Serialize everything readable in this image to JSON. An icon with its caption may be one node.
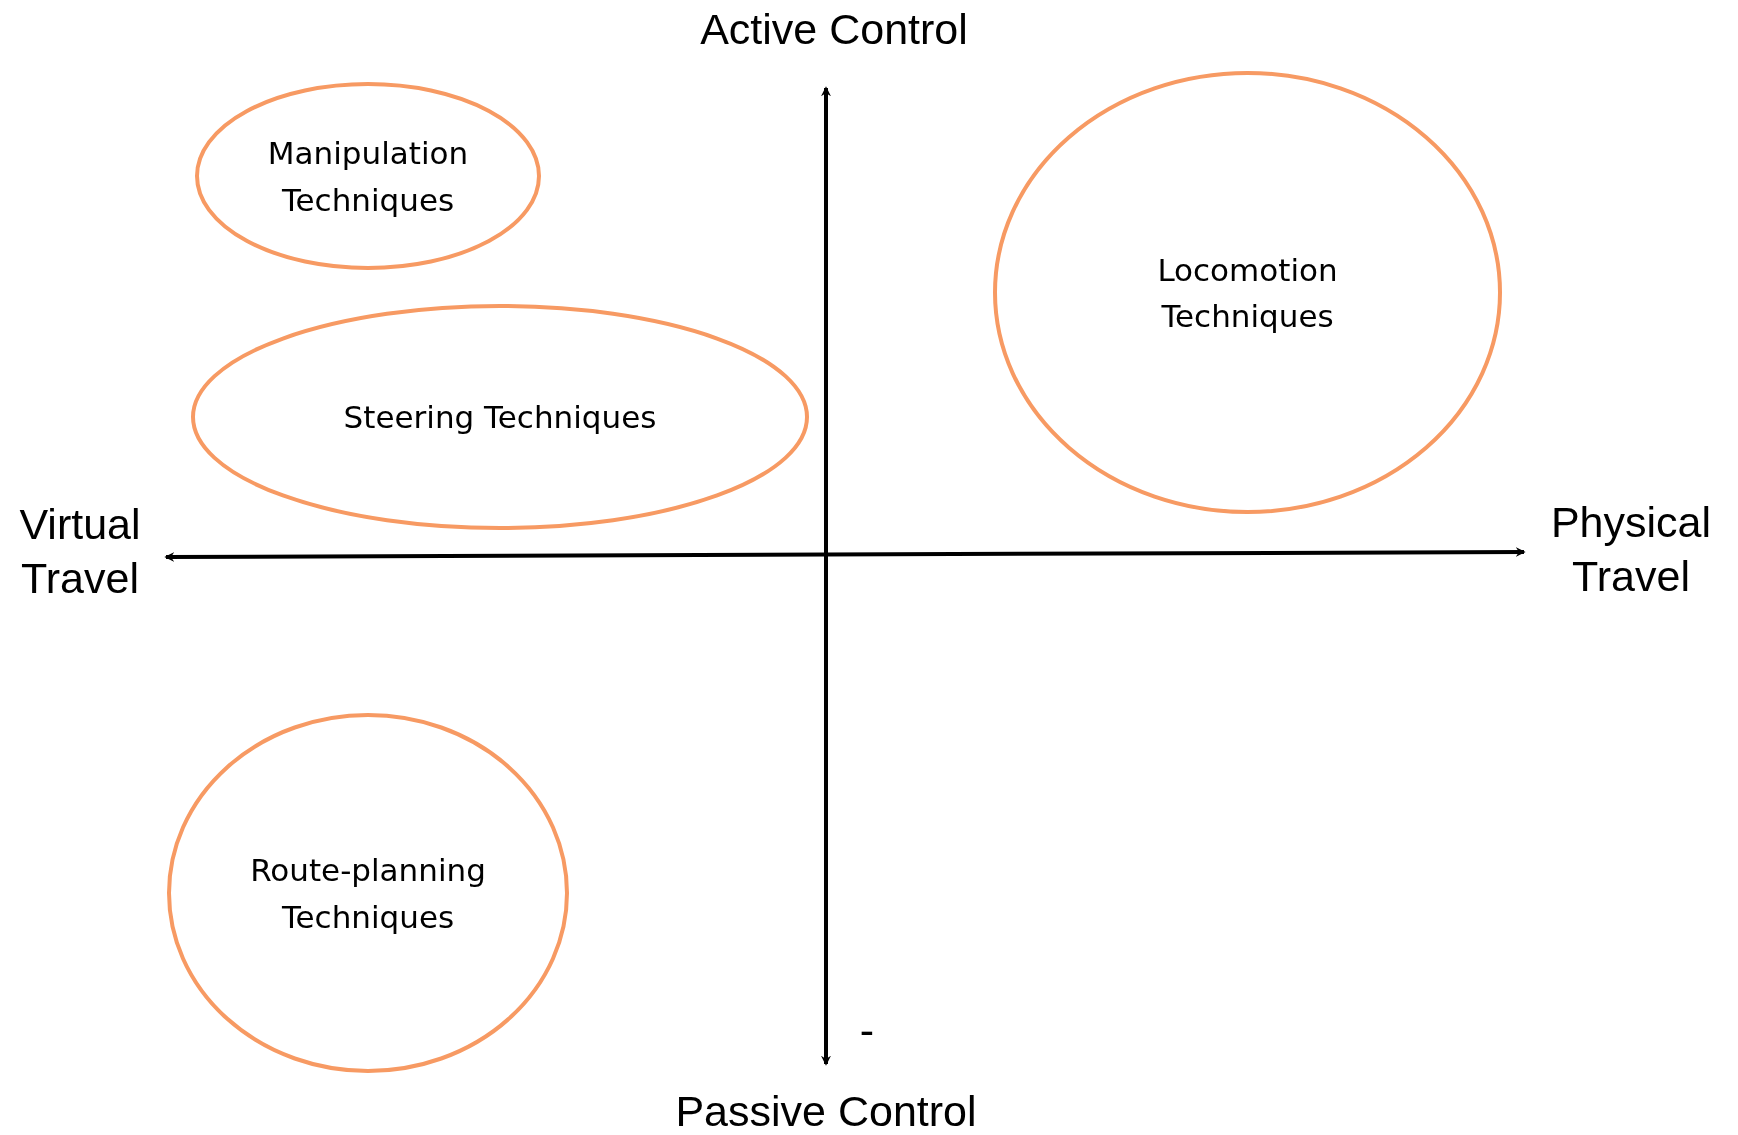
{
  "diagram": {
    "nodes": [
      {
        "text": [
          "Manipulation Techniques"
        ]
      },
      {
        "text": [
          "Locomotion Techniques"
        ]
      },
      {
        "text": [
          "Steering Techniques"
        ]
      },
      {
        "text": [
          "Route-planning Techniques"
        ]
      }
    ],
    "labels": [
      "Active Control",
      "Virtual Travel",
      "Physical Travel",
      "-",
      "Passive Control"
    ]
  }
}
